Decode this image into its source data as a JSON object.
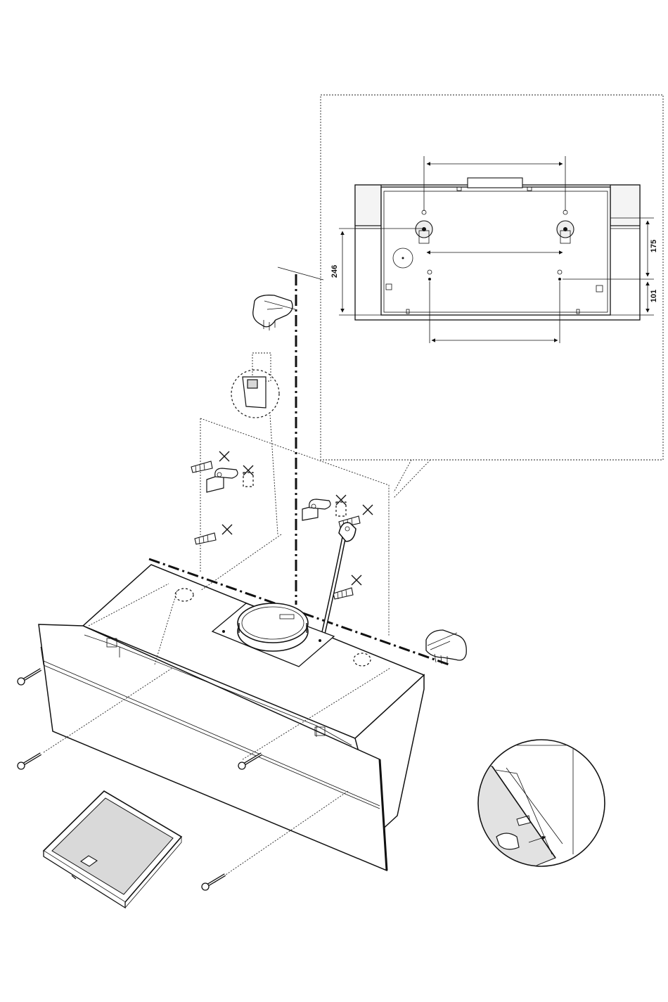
{
  "dimensions": {
    "d246": "246",
    "d175": "175",
    "d101": "101"
  },
  "icons": {
    "hand_left": "hand-icon",
    "hand_right": "hand-icon",
    "screw": "screw-icon",
    "wall_plug": "wall-plug-icon",
    "bracket": "bracket-icon",
    "cross_mark": "cross-mark-icon",
    "grease_filter": "grease-filter-icon",
    "duct_collar": "duct-collar-icon",
    "power_cord": "power-cord-icon"
  }
}
